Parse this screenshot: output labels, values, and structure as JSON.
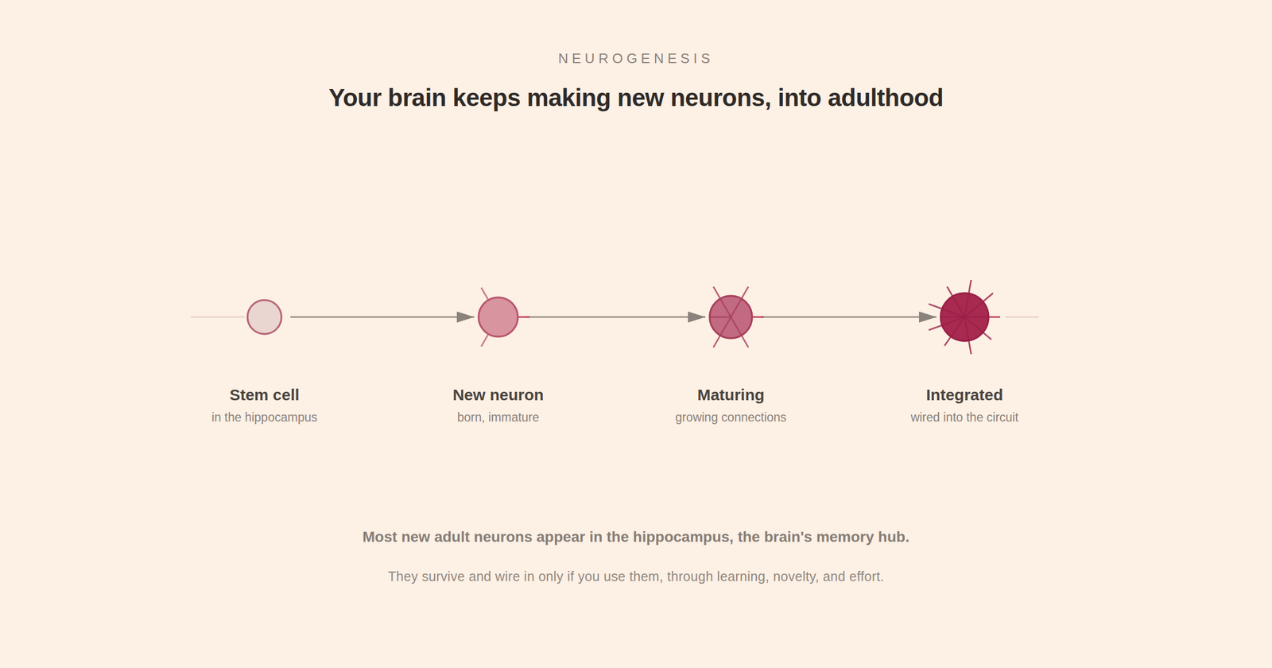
{
  "diagram": {
    "title": "Your brain keeps making new neurons, into adulthood",
    "caption": "Most new adult neurons appear in the hippocampus, the brain's memory hub.",
    "nodes": [
      {
        "text": [
          "Stem cell",
          "in the hippocampus"
        ]
      },
      {
        "text": [
          "New neuron",
          "born, immature"
        ]
      },
      {
        "text": [
          "Maturing",
          "growing connections"
        ]
      },
      {
        "text": [
          "Integrated",
          "wired into the circuit"
        ]
      }
    ],
    "edges": [
      {
        "from": 0,
        "to": 1,
        "arrow": "to"
      },
      {
        "from": 1,
        "to": 2,
        "arrow": "to"
      },
      {
        "from": 2,
        "to": 3,
        "arrow": "to"
      }
    ],
    "labels": [
      "NEUROGENESIS",
      "They survive and wire in only if you use them, through learning, novelty, and effort."
    ]
  }
}
